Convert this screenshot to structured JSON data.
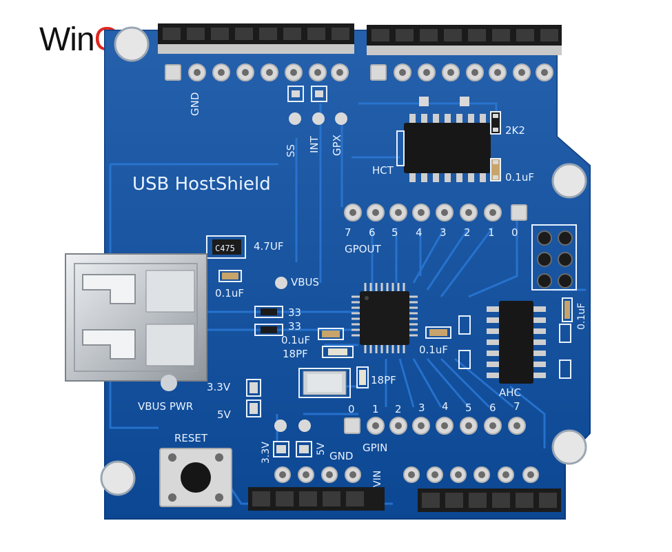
{
  "watermark": {
    "prefix": "Win",
    "accent": "Q"
  },
  "board": {
    "title": "USB HostShield",
    "labels": {
      "gnd_top": "GND",
      "ss": "SS",
      "int": "INT",
      "gpx": "GPX",
      "hct": "HCT",
      "res_2k2": "2K2",
      "cap_top": "0.1uF",
      "cap_475": "4.7UF",
      "cap_chip": "C475",
      "cap_vbus": "0.1uF",
      "vbus": "VBUS",
      "r33a": "33",
      "r33b": "33",
      "cap_mid": "0.1uF",
      "pf18a": "18PF",
      "pf18b": "18PF",
      "cap_right": "0.1uF",
      "cap_vert": "0.1uF",
      "ahc": "AHC",
      "v33": "3.3V",
      "v5": "5V",
      "vbus_pwr": "VBUS PWR",
      "reset": "RESET",
      "v33b": "3.3V",
      "v5b": "5V",
      "gnd_bottom": "GND",
      "vin": "VIN",
      "gpout": "GPOUT",
      "gpin": "GPIN"
    },
    "gpout_numbers": [
      "7",
      "6",
      "5",
      "4",
      "3",
      "2",
      "1",
      "0"
    ],
    "gpin_numbers": [
      "0",
      "1",
      "2",
      "3",
      "4",
      "5",
      "6",
      "7"
    ],
    "colors": {
      "pcb": "#0d4fa3",
      "trace": "#1f6cc9",
      "silk": "#e9f3ff",
      "gold": "#d9d9d9"
    }
  }
}
